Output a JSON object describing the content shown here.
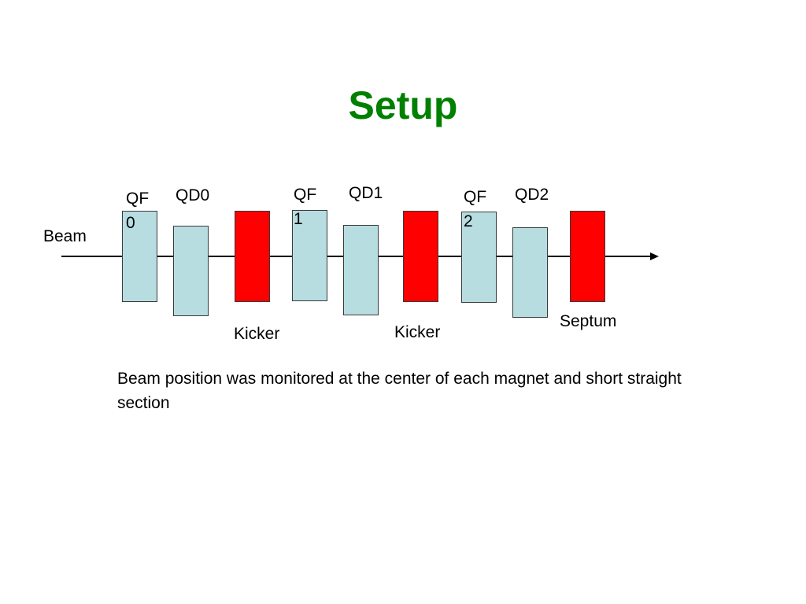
{
  "slide": {
    "title": "Setup",
    "title_color": "#008000"
  },
  "diagram": {
    "beam_label": "Beam",
    "colors": {
      "quadrupole": "#b7dde1",
      "kicker_septum": "#ff0000"
    },
    "magnets": [
      {
        "name": "QF0",
        "type": "quadrupole"
      },
      {
        "name": "QD0",
        "type": "quadrupole"
      },
      {
        "name": "Kicker",
        "type": "kicker"
      },
      {
        "name": "QF1",
        "type": "quadrupole"
      },
      {
        "name": "QD1",
        "type": "quadrupole"
      },
      {
        "name": "Kicker",
        "type": "kicker"
      },
      {
        "name": "QF2",
        "type": "quadrupole"
      },
      {
        "name": "QD2",
        "type": "quadrupole"
      },
      {
        "name": "Septum",
        "type": "septum"
      }
    ]
  },
  "note": "Beam position was monitored at the center of each magnet and short straight section"
}
